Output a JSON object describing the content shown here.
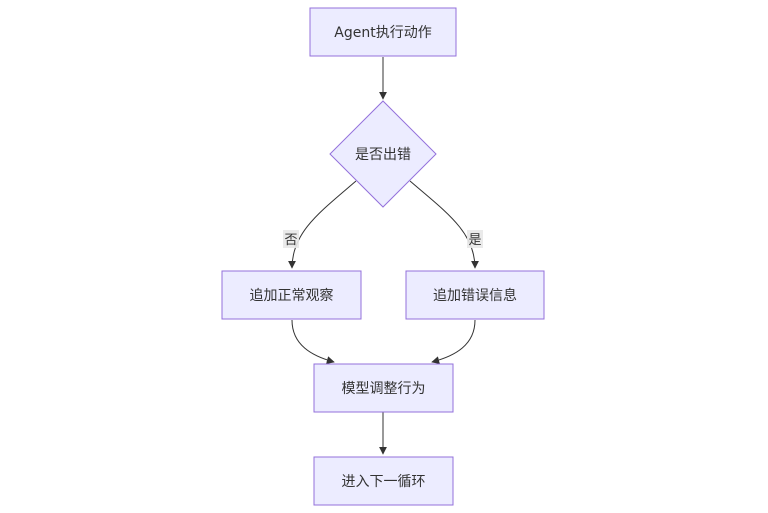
{
  "nodes": {
    "start": "Agent执行动作",
    "decision": "是否出错",
    "normal": "追加正常观察",
    "error": "追加错误信息",
    "adjust": "模型调整行为",
    "next": "进入下一循环"
  },
  "edges": {
    "no_label": "否",
    "yes_label": "是"
  },
  "colors": {
    "node_fill": "#ECECFF",
    "node_stroke": "#9370DB",
    "edge": "#333333",
    "label_bg": "#e8e8e8"
  }
}
